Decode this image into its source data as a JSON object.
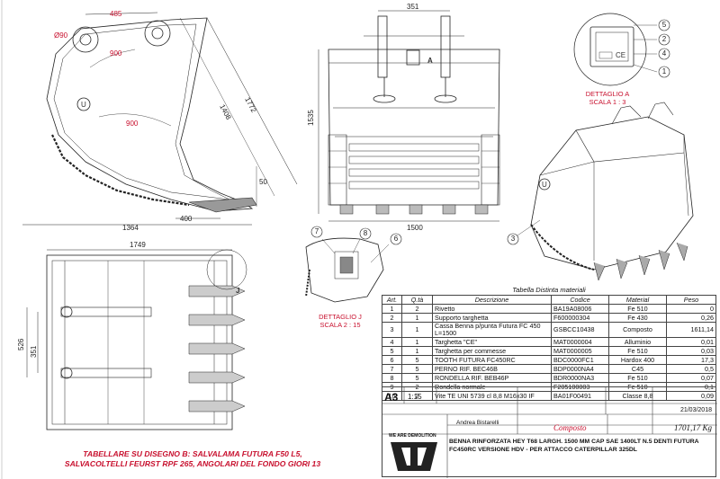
{
  "dimensions": {
    "d485": "485",
    "d90": "Ø90",
    "d351_top": "351",
    "d1772": "1772",
    "d1408": "1408",
    "d900a": "900",
    "d900b": "900",
    "d50": "50",
    "d400": "400",
    "d1364": "1364",
    "d1535": "1535",
    "d1500": "1500",
    "d1749": "1749",
    "d526": "526",
    "d351_left": "351"
  },
  "labels": {
    "section_a": "A",
    "section_j": "J",
    "detail_a": "DETTAGLIO A",
    "detail_a_scale": "SCALA 1 : 3",
    "detail_j": "DETTAGLIO J",
    "detail_j_scale": "SCALA 2 : 15"
  },
  "callouts": [
    "5",
    "2",
    "1",
    "4",
    "3",
    "7",
    "8",
    "6"
  ],
  "bom": {
    "title": "Tabella Distinta materiali",
    "headers": [
      "Art.",
      "Q.tà",
      "Descrizione",
      "Codice",
      "Material",
      "Peso"
    ],
    "rows": [
      [
        "1",
        "2",
        "Rivetto",
        "BA19A08006",
        "Fe 510",
        "0"
      ],
      [
        "2",
        "1",
        "Supporto targhetta",
        "F600000304",
        "Fe 430",
        "0,26"
      ],
      [
        "3",
        "1",
        "Cassa Benna p/punta Futura FC 450 L=1500",
        "GSBCC10438",
        "Composto",
        "1611,14"
      ],
      [
        "4",
        "1",
        "Targhetta \"CE\"",
        "MAT0000004",
        "Alluminio",
        "0,01"
      ],
      [
        "5",
        "1",
        "Targhetta per commesse",
        "MAT0000005",
        "Fe 510",
        "0,03"
      ],
      [
        "6",
        "5",
        "TOOTH FUTURA FC450RC",
        "BDC0000FC1",
        "Hardox 400",
        "17,3"
      ],
      [
        "7",
        "5",
        "PERNO RIF. BEC46B",
        "BDP0000NA4",
        "C45",
        "0,5"
      ],
      [
        "8",
        "5",
        "RONDELLA RIF. BEB46P",
        "BDR0000NA3",
        "Fe 510",
        "0,07"
      ],
      [
        "9",
        "2",
        "Rondella normale",
        "F205100003",
        "Fe 510",
        "0,1"
      ],
      [
        "10",
        "2",
        "Vite TE UNI 5739 cl 8,8 M16x30 IF",
        "BA01F00491",
        "Classe 8,8",
        "0,09"
      ]
    ]
  },
  "titleblock": {
    "format": "A3",
    "scale": "1:15",
    "date": "21/03/2018",
    "person": "Andrea Bistarelli",
    "material": "Composto",
    "weight": "1701,17 Kg",
    "description": "BENNA RINFORZATA HEY T68 LARGH. 1500 MM CAP SAE 1400LT N.5 DENTI FUTURA FC450RC VERSIONE HDV - PER ATTACCO CATERPILLAR 325DL",
    "company": "WE ARE DEMOLITION"
  },
  "note": {
    "line1": "TABELLARE SU DISEGNO B: SALVALAMA FUTURA F50 L5,",
    "line2": "SALVACOLTELLI FEURST RPF 265, ANGOLARI DEL FONDO GIORI 13"
  },
  "colors": {
    "line": "#222222",
    "accent": "#c8102e",
    "detail": "#555555"
  },
  "icons": {
    "logo": "bucket-brand-logo"
  }
}
